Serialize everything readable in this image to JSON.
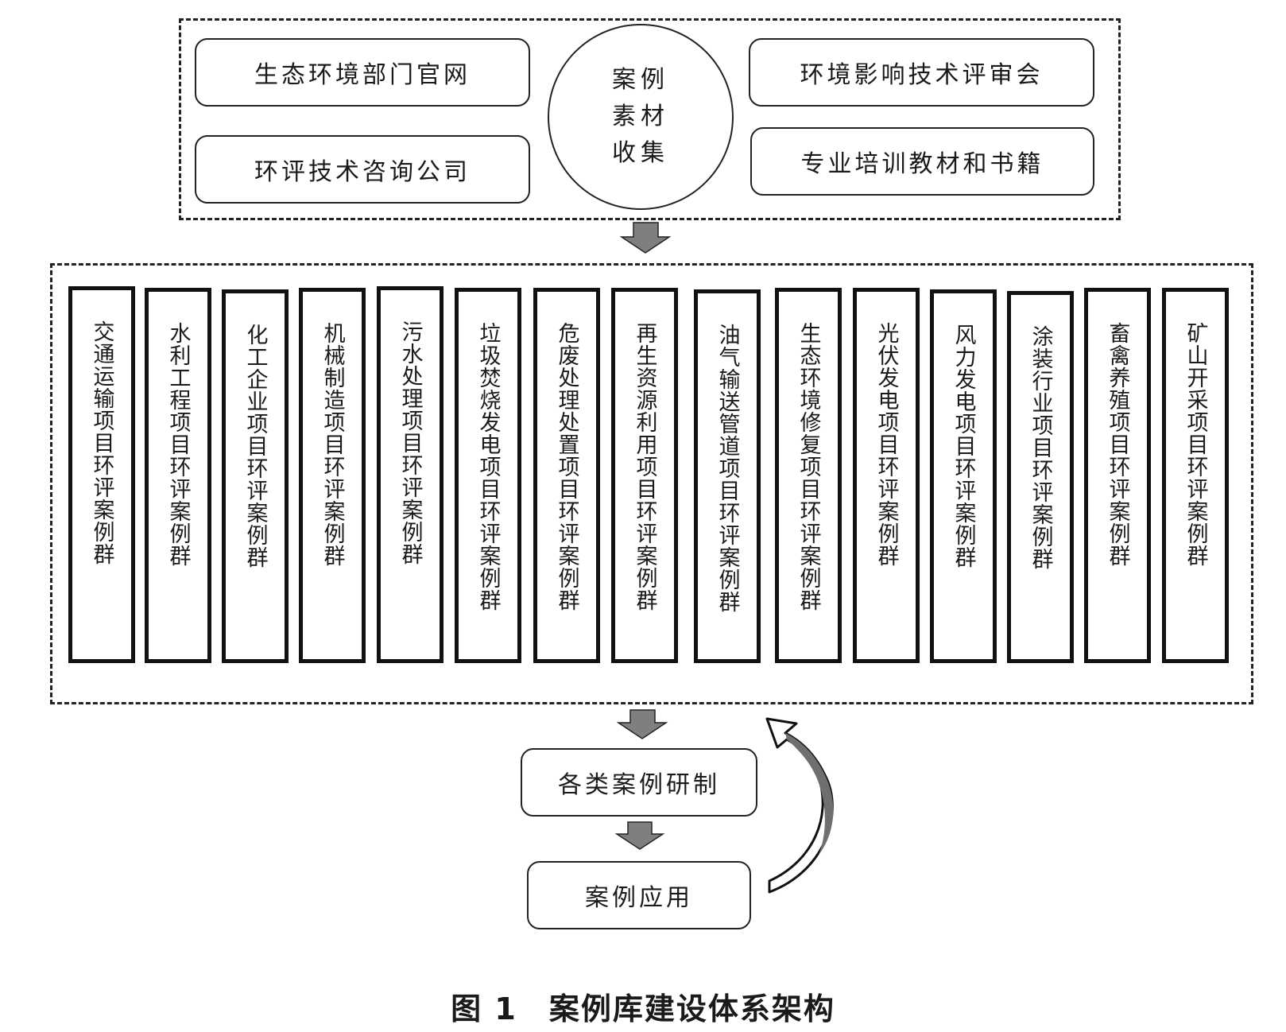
{
  "sources": {
    "center": "案例\n素材\n收集",
    "left": [
      "生态环境部门官网",
      "环评技术咨询公司"
    ],
    "right": [
      "环境影响技术评审会",
      "专业培训教材和书籍"
    ]
  },
  "case_groups": [
    "交通运输项目环评案例群",
    "水利工程项目环评案例群",
    "化工企业项目环评案例群",
    "机械制造项目环评案例群",
    "污水处理项目环评案例群",
    "垃圾焚烧发电项目环评案例群",
    "危废处理处置项目环评案例群",
    "再生资源利用项目环评案例群",
    "油气输送管道项目环评案例群",
    "生态环境修复项目环评案例群",
    "光伏发电项目环评案例群",
    "风力发电项目环评案例群",
    "涂装行业项目环评案例群",
    "畜禽养殖项目环评案例群",
    "矿山开采项目环评案例群"
  ],
  "process": {
    "research": "各类案例研制",
    "application": "案例应用"
  },
  "caption": "图 1　案例库建设体系架构",
  "colors": {
    "arrow_fill": "#7f7f7f",
    "line": "#222222"
  }
}
